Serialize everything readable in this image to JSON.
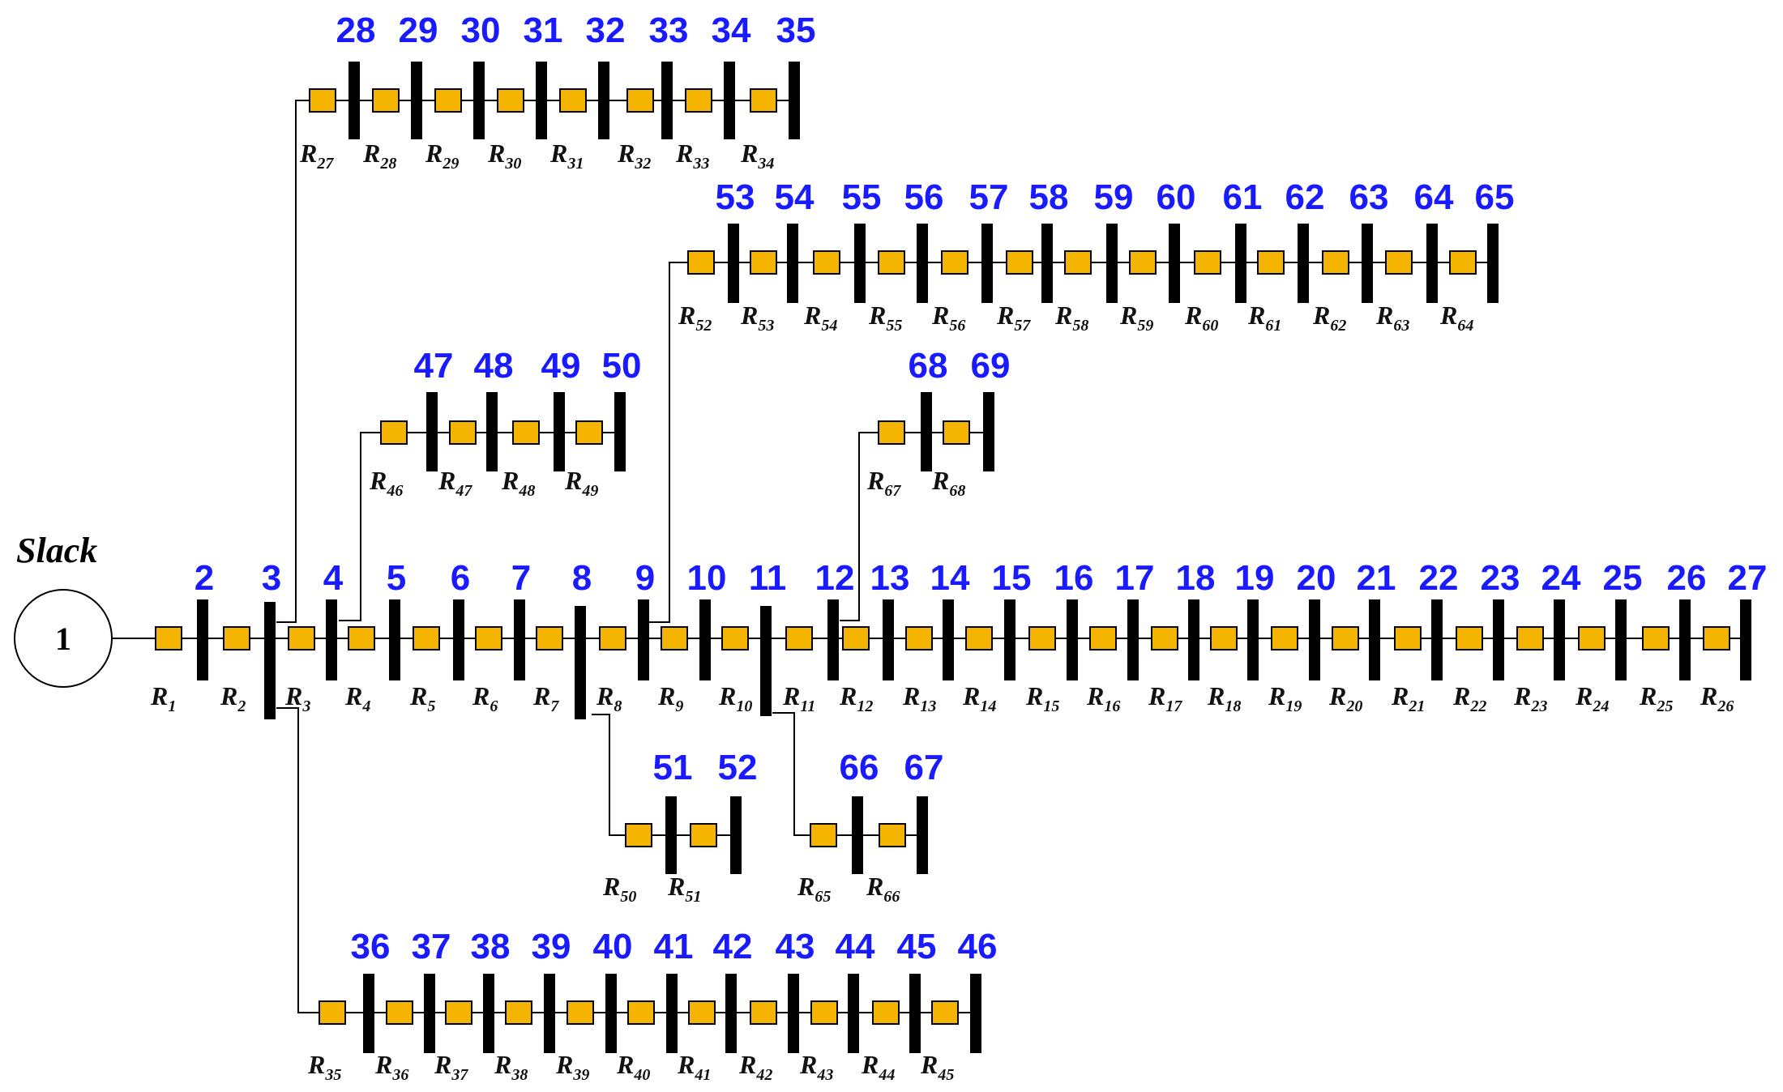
{
  "colors": {
    "bus_number": "#1a1aff",
    "relay_fill": "#f5b400",
    "bus_bar": "#000000",
    "line": "#000000"
  },
  "slack": {
    "label": "Slack",
    "bus": "1"
  },
  "feeders": [
    {
      "id": "main",
      "buses": [
        "2",
        "3",
        "4",
        "5",
        "6",
        "7",
        "8",
        "9",
        "10",
        "11",
        "12",
        "13",
        "14",
        "15",
        "16",
        "17",
        "18",
        "19",
        "20",
        "21",
        "22",
        "23",
        "24",
        "25",
        "26",
        "27"
      ],
      "relays": [
        1,
        2,
        3,
        4,
        5,
        6,
        7,
        8,
        9,
        10,
        11,
        12,
        13,
        14,
        15,
        16,
        17,
        18,
        19,
        20,
        21,
        22,
        23,
        24,
        25,
        26
      ]
    },
    {
      "id": "lat-28-35",
      "buses": [
        "28",
        "29",
        "30",
        "31",
        "32",
        "33",
        "34",
        "35"
      ],
      "relays": [
        27,
        28,
        29,
        30,
        31,
        32,
        33,
        34
      ]
    },
    {
      "id": "lat-53-65",
      "buses": [
        "53",
        "54",
        "55",
        "56",
        "57",
        "58",
        "59",
        "60",
        "61",
        "62",
        "63",
        "64",
        "65"
      ],
      "relays": [
        52,
        53,
        54,
        55,
        56,
        57,
        58,
        59,
        60,
        61,
        62,
        63,
        64
      ]
    },
    {
      "id": "lat-47-50",
      "buses": [
        "47",
        "48",
        "49",
        "50"
      ],
      "relays": [
        46,
        47,
        48,
        49
      ]
    },
    {
      "id": "lat-68-69",
      "buses": [
        "68",
        "69"
      ],
      "relays": [
        67,
        68
      ]
    },
    {
      "id": "lat-51-52",
      "buses": [
        "51",
        "52"
      ],
      "relays": [
        50,
        51
      ]
    },
    {
      "id": "lat-66-67",
      "buses": [
        "66",
        "67"
      ],
      "relays": [
        65,
        66
      ]
    },
    {
      "id": "lat-36-46",
      "buses": [
        "36",
        "37",
        "38",
        "39",
        "40",
        "41",
        "42",
        "43",
        "44",
        "45",
        "46"
      ],
      "relays": [
        35,
        36,
        37,
        38,
        39,
        40,
        41,
        42,
        43,
        44,
        45
      ]
    }
  ]
}
